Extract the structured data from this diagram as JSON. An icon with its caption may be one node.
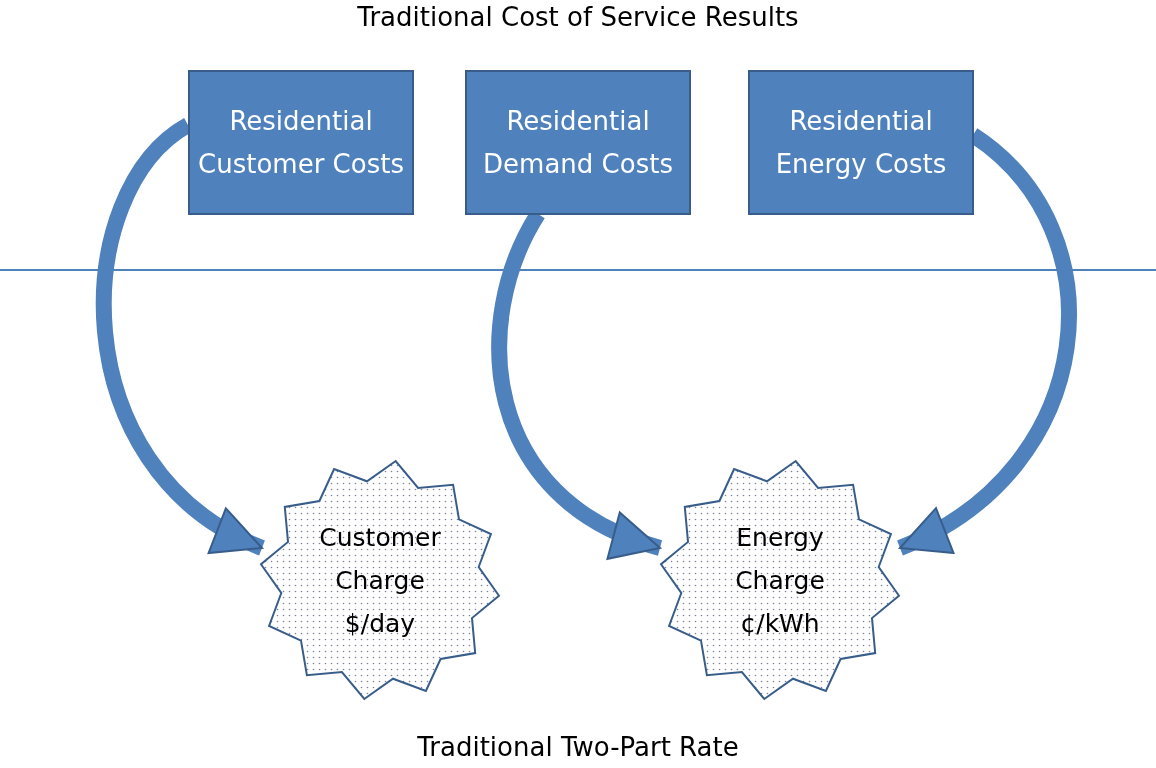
{
  "diagram": {
    "title": "Traditional Cost of Service Results",
    "caption": "Traditional Two-Part Rate",
    "nodes": [
      {
        "text": [
          "Residential Customer Costs"
        ]
      },
      {
        "text": [
          "Residential Demand Costs"
        ]
      },
      {
        "text": [
          "Residential Energy Costs"
        ]
      },
      {
        "text": [
          "Customer Charge $/day"
        ]
      },
      {
        "text": [
          "Energy Charge ¢/kWh"
        ]
      }
    ],
    "edges": [
      {
        "from": 0,
        "to": 3,
        "arrow": "to"
      },
      {
        "from": 1,
        "to": 4,
        "arrow": "to"
      },
      {
        "from": 2,
        "to": 4,
        "arrow": "to"
      }
    ]
  }
}
